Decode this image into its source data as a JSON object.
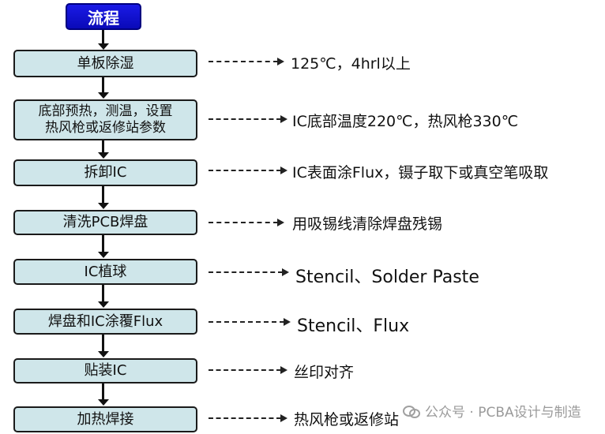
{
  "header": {
    "label": "流程"
  },
  "steps": [
    {
      "line1": "单板除湿",
      "line2": "",
      "note": "125℃，4hrl以上"
    },
    {
      "line1": "底部预热，测温，设置",
      "line2": "热风枪或返修站参数",
      "note": "IC底部温度220℃，热风枪330℃"
    },
    {
      "line1": "拆卸IC",
      "line2": "",
      "note": "IC表面涂Flux，镊子取下或真空笔吸取"
    },
    {
      "line1": "清洗PCB焊盘",
      "line2": "",
      "note": "用吸锡线清除焊盘残锡"
    },
    {
      "line1": "IC植球",
      "line2": "",
      "note": "Stencil、Solder Paste"
    },
    {
      "line1": "焊盘和IC涂覆Flux",
      "line2": "",
      "note": "Stencil、Flux"
    },
    {
      "line1": "贴装IC",
      "line2": "",
      "note": "丝印对齐"
    },
    {
      "line1": "加热焊接",
      "line2": "",
      "note": "热风枪或返修站"
    }
  ],
  "watermark": {
    "text": "公众号 · PCBA设计与制造",
    "icon": "wechat-icon"
  },
  "colors": {
    "header_bg": "#0a0ab8",
    "step_bg": "#cfe6ea",
    "border": "#1a1a1a"
  }
}
